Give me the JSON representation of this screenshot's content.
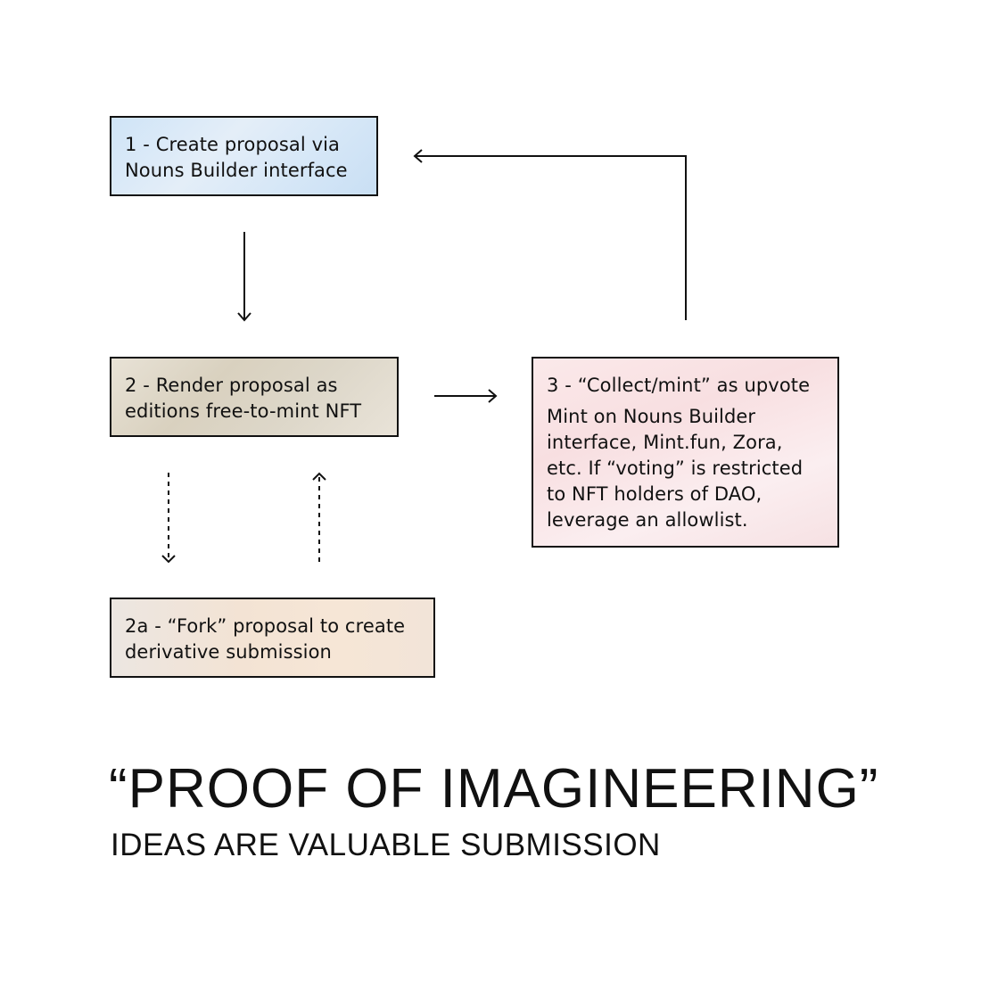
{
  "nodes": {
    "step1": {
      "title": "1 - Create proposal via\nNouns Builder interface"
    },
    "step2": {
      "title": "2 - Render proposal as\neditions free-to-mint NFT"
    },
    "step3": {
      "title": "3 - “Collect/mint” as upvote",
      "body": "Mint on Nouns Builder\ninterface, Mint.fun, Zora,\netc. If “voting” is restricted\nto NFT holders of DAO,\nleverage an allowlist."
    },
    "step2a": {
      "title": "2a - “Fork” proposal to create\nderivative submission"
    }
  },
  "edges": [
    {
      "from": "step1",
      "to": "step2",
      "style": "solid"
    },
    {
      "from": "step2",
      "to": "step3",
      "style": "solid"
    },
    {
      "from": "step3",
      "to": "step1",
      "style": "solid"
    },
    {
      "from": "step2",
      "to": "step2a",
      "style": "dashed"
    },
    {
      "from": "step2a",
      "to": "step2",
      "style": "dashed"
    }
  ],
  "heading": "“PROOF OF IMAGINEERING”",
  "subheading": "IDEAS ARE VALUABLE SUBMISSION"
}
